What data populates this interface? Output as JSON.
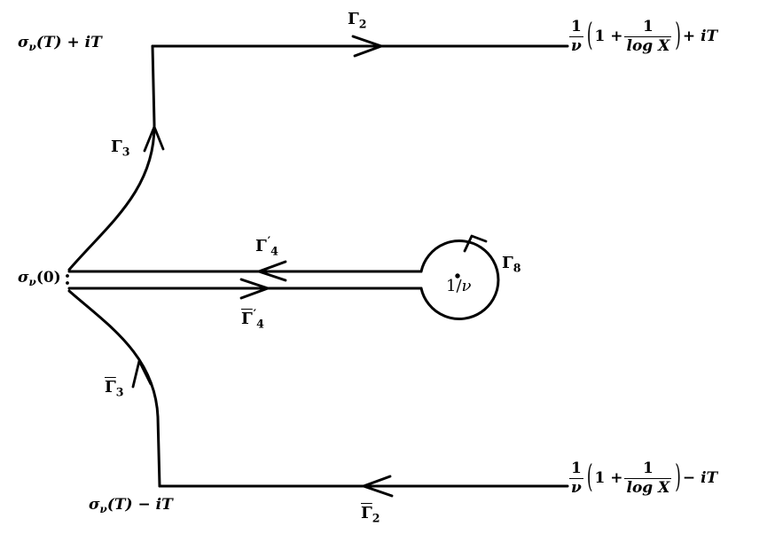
{
  "diagram": {
    "labels": {
      "top_left": {
        "sigma": "σ",
        "sub": "ν",
        "rest": "(T) + iT"
      },
      "bottom_left": {
        "sigma": "σ",
        "sub": "ν",
        "rest": "(T) − iT"
      },
      "origin": {
        "sigma": "σ",
        "sub": "ν",
        "rest": "(0)"
      },
      "top_right": {
        "frac1_num": "1",
        "frac1_den": "ν",
        "one_plus": "1 +",
        "frac2_num": "1",
        "frac2_den": "log X",
        "tail": "+ iT"
      },
      "bottom_right": {
        "frac1_num": "1",
        "frac1_den": "ν",
        "one_plus": "1 +",
        "frac2_num": "1",
        "frac2_den": "log X",
        "tail": "− iT"
      },
      "gamma2": {
        "base": "Γ",
        "sub": "2"
      },
      "gamma2_bar": {
        "base": "Γ",
        "sub": "2"
      },
      "gamma3": {
        "base": "Γ",
        "sub": "3"
      },
      "gamma3_bar": {
        "base": "Γ",
        "sub": "3"
      },
      "gamma4_prime": {
        "base": "Γ",
        "sub": "4",
        "prime": "′"
      },
      "gamma4_prime_bar": {
        "base": "Γ",
        "sub": "4",
        "prime": "′"
      },
      "gamma8": {
        "base": "Γ",
        "sub": "8"
      },
      "pole": {
        "one": "1",
        "slash": "/",
        "nu": "ν"
      }
    },
    "stroke_color": "#000000"
  }
}
